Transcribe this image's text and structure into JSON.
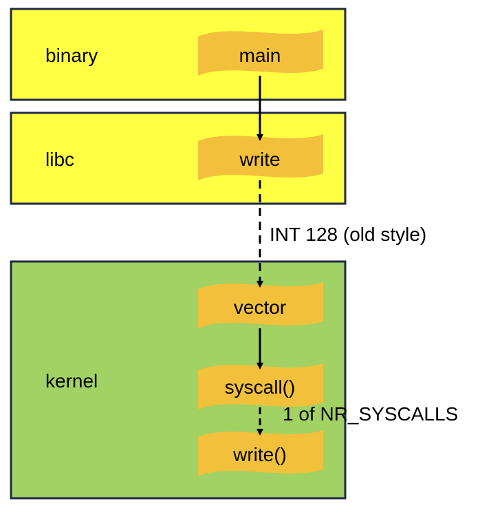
{
  "layers": {
    "binary": {
      "label": "binary"
    },
    "libc": {
      "label": "libc"
    },
    "kernel": {
      "label": "kernel"
    }
  },
  "functions": {
    "main": "main",
    "write": "write",
    "vector": "vector",
    "syscall": "syscall()",
    "kernel_write": "write()"
  },
  "annotations": {
    "int128": "INT 128 (old style)",
    "nr_syscalls": "1 of NR_SYSCALLS"
  },
  "colors": {
    "user_layer_fill": "#ffff44",
    "kernel_layer_fill": "#a2d164",
    "function_fill": "#f2c03b",
    "border": "#1f2a44"
  }
}
